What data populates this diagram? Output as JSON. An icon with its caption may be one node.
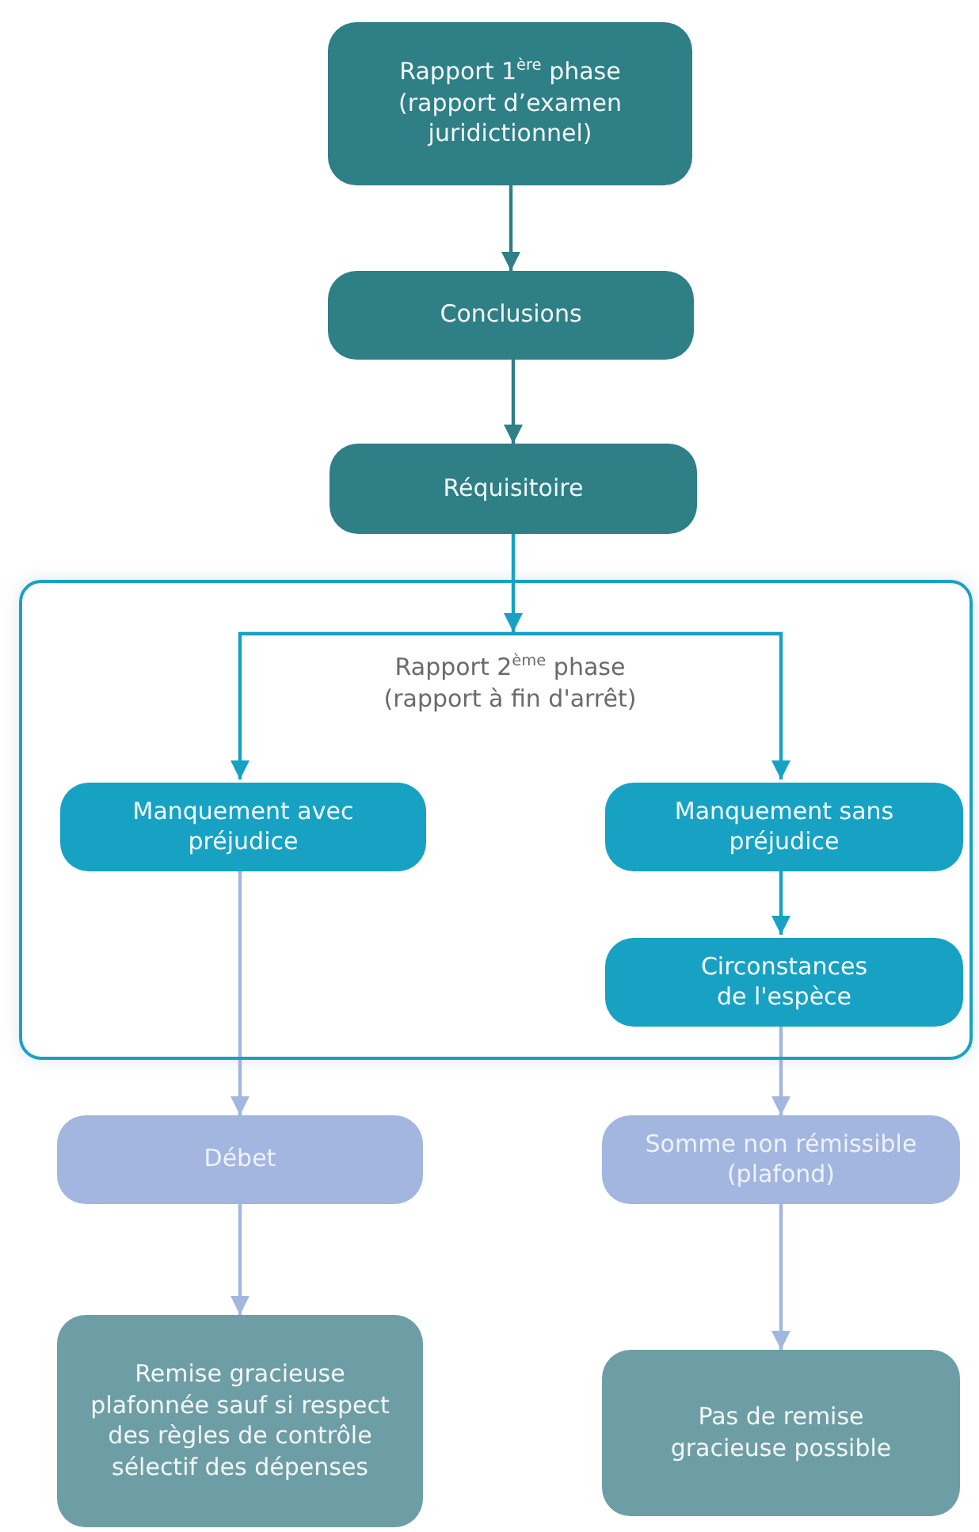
{
  "diagram": {
    "nodes": [
      {
        "text": [
          "Rapport 1$^{ère}$ phase (rapport d’examen juridictionnel)"
        ]
      },
      {
        "text": [
          "Conclusions"
        ]
      },
      {
        "text": [
          "Réquisitoire"
        ]
      },
      {
        "text": [
          "Rapport 2$^{ème}$ phase (rapport à fin d'arrêt)"
        ]
      },
      {
        "text": [
          "Manquement avec préjudice"
        ],
        "in": 3
      },
      {
        "text": [
          "Manquement sans préjudice"
        ],
        "in": 3
      },
      {
        "text": [
          "Circonstances de l'espèce"
        ],
        "in": 3
      },
      {
        "text": [
          "Débet"
        ]
      },
      {
        "text": [
          "Somme non rémissible (plafond)"
        ]
      },
      {
        "text": [
          "Remise gracieuse plafonnée sauf si respect des règles de contrôle sélectif des dépenses"
        ]
      },
      {
        "text": [
          "Pas de remise gracieuse possible"
        ]
      }
    ],
    "edges": [
      {
        "from": 0,
        "to": 1,
        "arrow": "to",
        "color": "#2e7f86"
      },
      {
        "from": 1,
        "to": 2,
        "arrow": "to",
        "color": "#2e7f86"
      },
      {
        "from": 2,
        "to": 4,
        "arrow": "to",
        "color": "#17a2c4"
      },
      {
        "from": 2,
        "to": 5,
        "arrow": "to",
        "color": "#17a2c4"
      },
      {
        "from": 5,
        "to": 6,
        "arrow": "to",
        "color": "#17a2c4"
      },
      {
        "from": 4,
        "to": 7,
        "arrow": "to"
      },
      {
        "from": 6,
        "to": 8,
        "arrow": "to"
      },
      {
        "from": 7,
        "to": 9,
        "arrow": "to"
      },
      {
        "from": 8,
        "to": 10,
        "arrow": "to"
      }
    ]
  }
}
